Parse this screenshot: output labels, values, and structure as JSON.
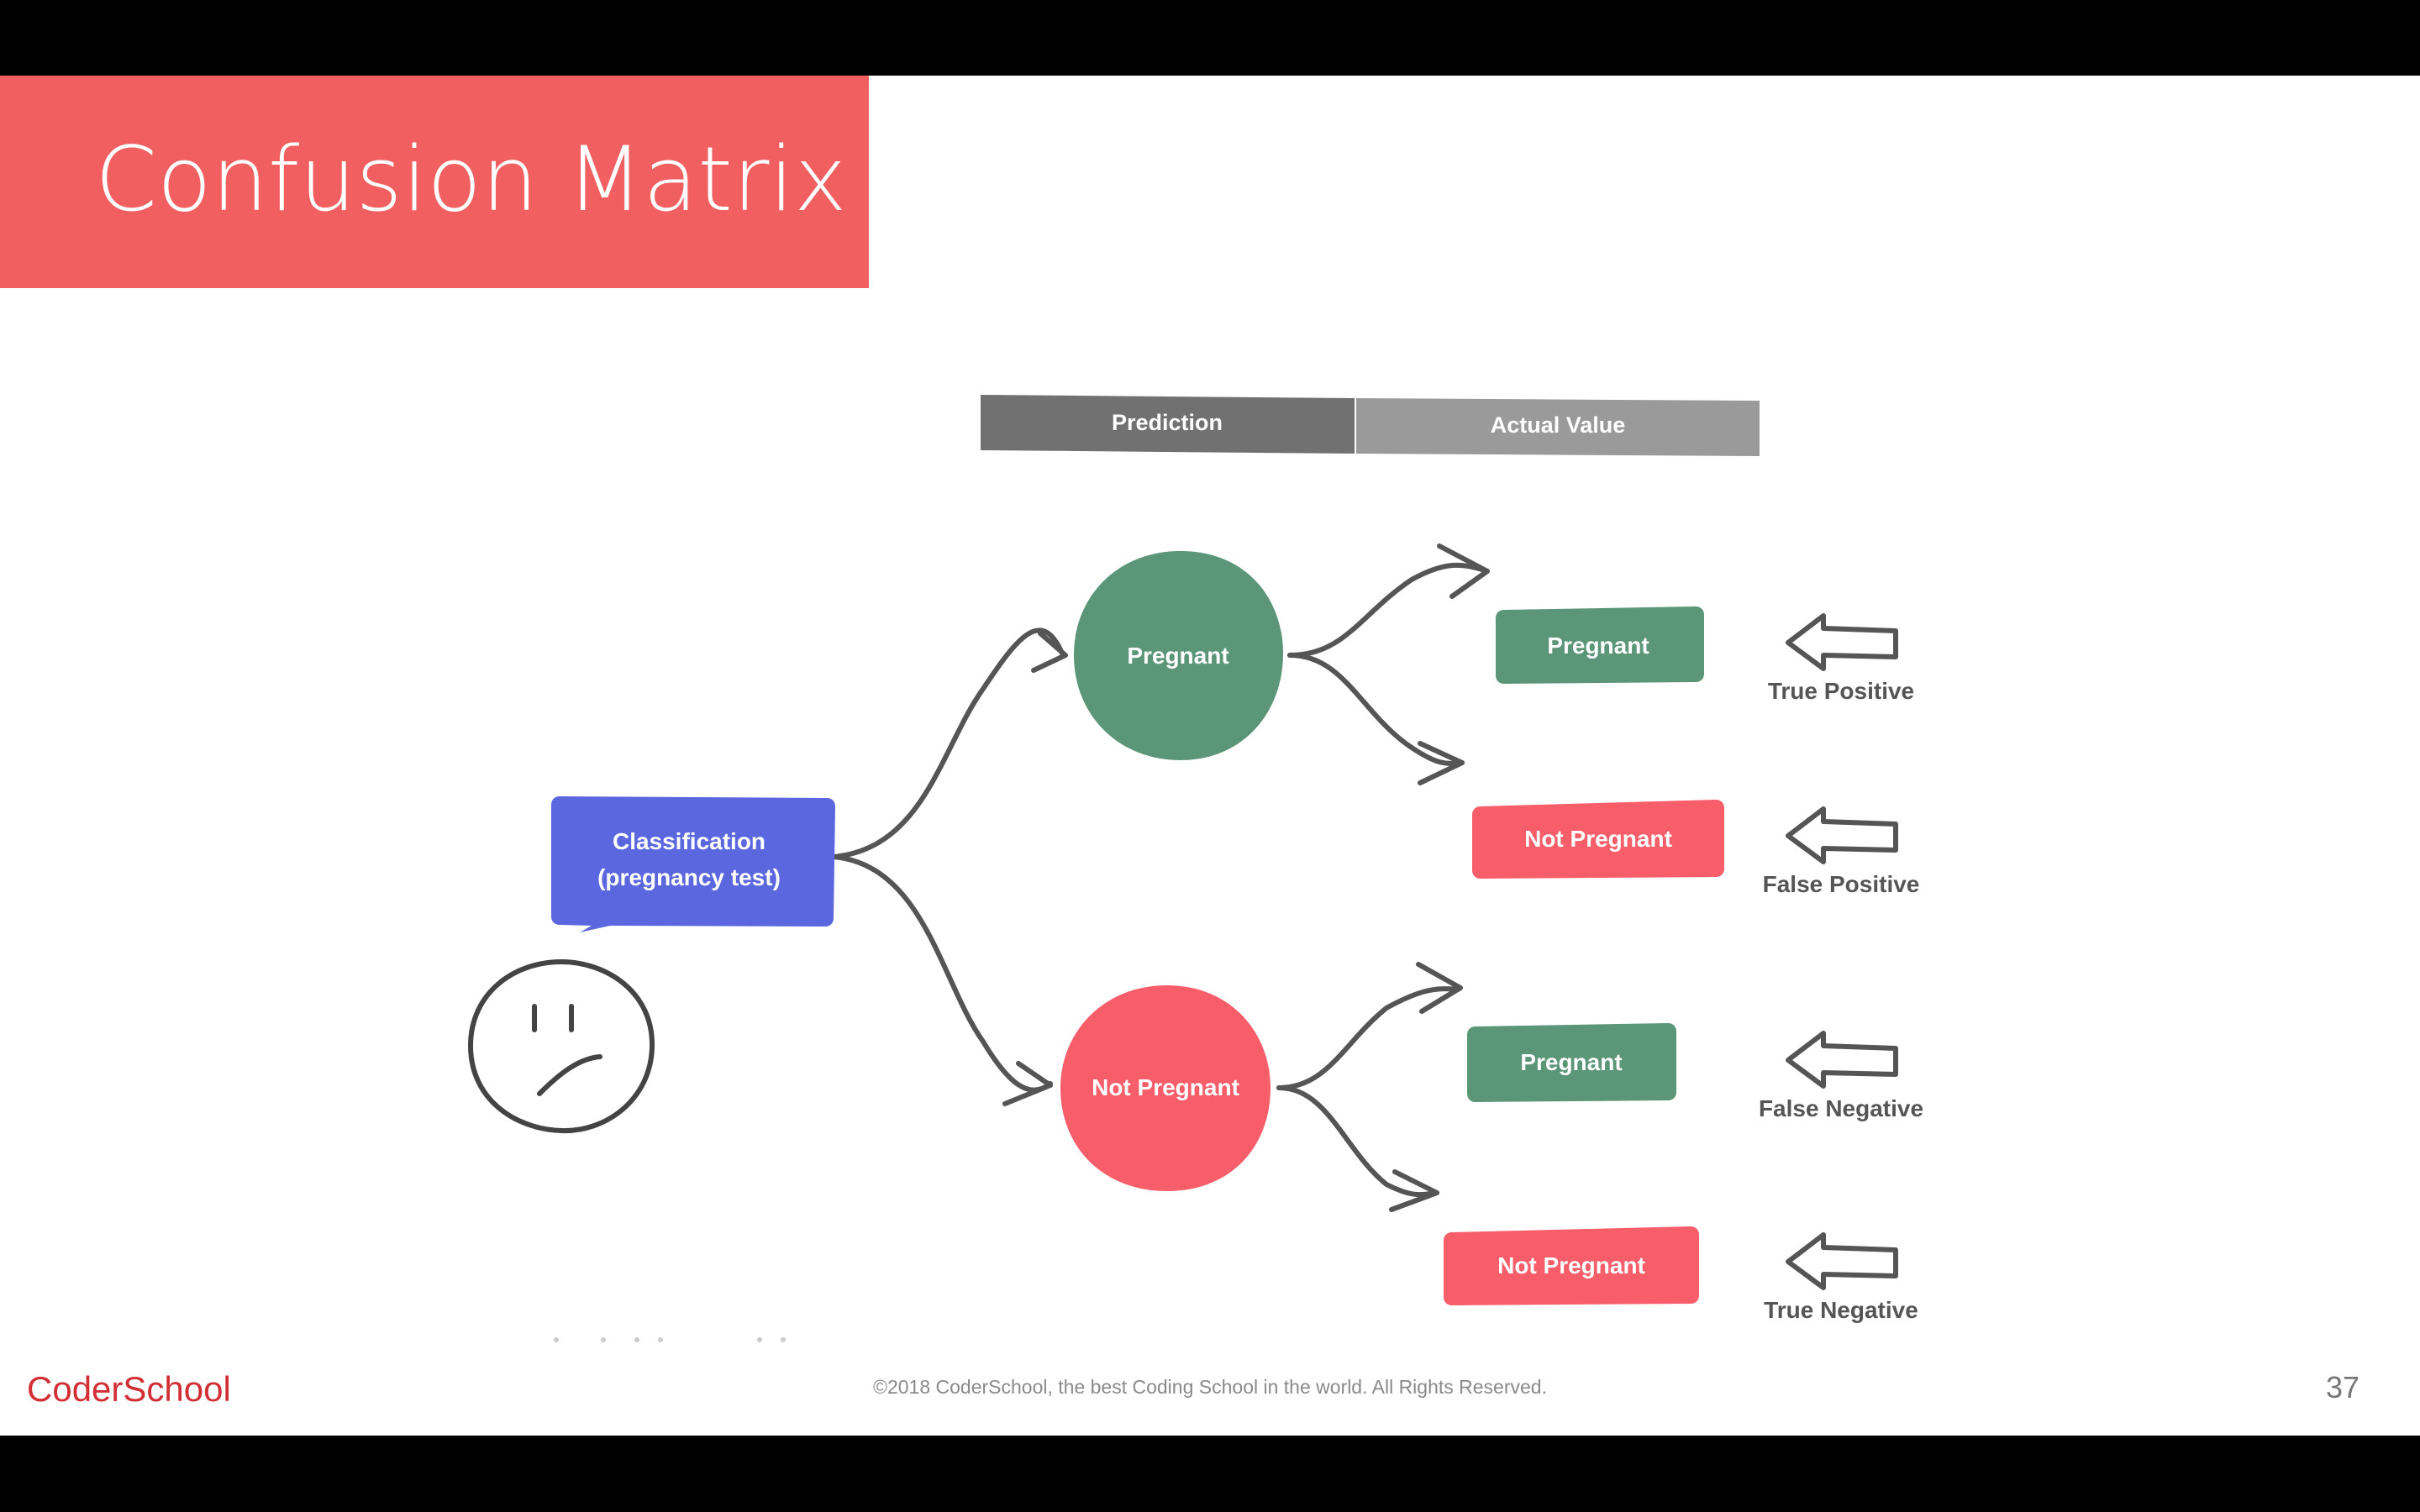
{
  "slide": {
    "title": "Confusion Matrix",
    "footer_logo": "CoderSchool",
    "footer_copyright": "©2018 CoderSchool, the best Coding School in the world. All Rights Reserved.",
    "page_number": "37"
  },
  "header": {
    "prediction_label": "Prediction",
    "actual_label": "Actual Value"
  },
  "root_node": {
    "line1": "Classification",
    "line2": "(pregnancy test)"
  },
  "prediction_nodes": {
    "positive": "Pregnant",
    "negative": "Not Pregnant"
  },
  "actual_nodes": {
    "tp": "Pregnant",
    "fp": "Not Pregnant",
    "fn": "Pregnant",
    "tn": "Not Pregnant"
  },
  "outcome_labels": {
    "tp": "True Positive",
    "fp": "False Positive",
    "fn": "False Negative",
    "tn": "True Negative"
  },
  "colors": {
    "title_band": "#f15f61",
    "pregnant_green": "#5a9677",
    "not_pregnant_red": "#f85d6a",
    "classification_blue": "#5b67de",
    "prediction_header": "#717171",
    "actual_header": "#9a9a9a",
    "connector": "#555555"
  },
  "icons": [
    "confused-face-icon",
    "left-arrow-icon"
  ]
}
